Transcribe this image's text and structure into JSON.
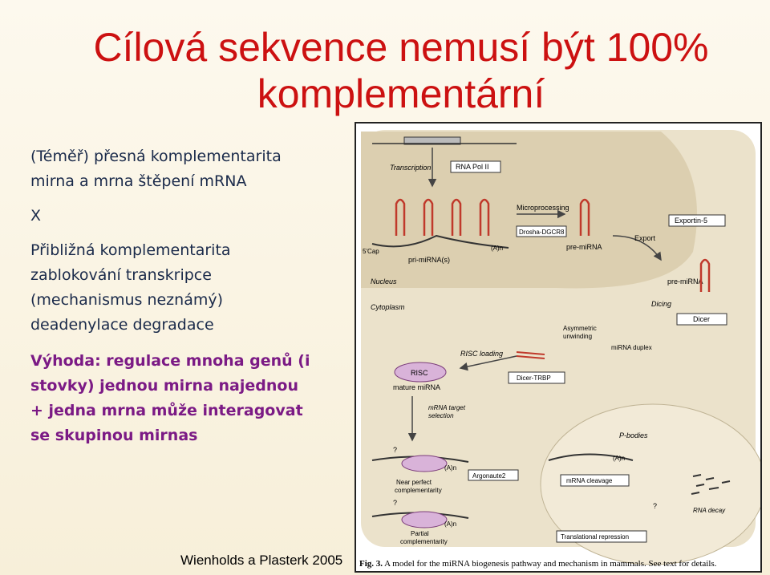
{
  "slide": {
    "title_line1": "Cílová sekvence nemusí být 100%",
    "title_line2": "komplementární",
    "p1_l1": "(Téměř) přesná komplementarita",
    "p1_l2": "mirna a mrna  štěpení mRNA",
    "separator": "X",
    "p2_l1": "Přibližná komplementarita ",
    "p2_l2": "zablokování transkripce",
    "p2_l3": "(mechanismus neznámý) ",
    "p2_l4": "deadenylace  degradace",
    "p3_l1": "Výhoda: regulace mnoha genů (i",
    "p3_l2": "stovky) jednou mirna najednou",
    "p3_l3": "+ jedna mrna může interagovat",
    "p3_l4": "se skupinou mirnas",
    "credit": "Wienholds a Plasterk 2005",
    "arrow_color": "#1a2a4a"
  },
  "figure": {
    "transcription": "Transcription",
    "rna_pol": "RNA Pol II",
    "microprocessing": "Microprocessing",
    "exportin": "Exportin-5",
    "drosha": "Drosha-DGCR8",
    "export": "Export",
    "pre_mirna": "pre-miRNA",
    "cap": "5'Cap",
    "pri_mirna": "pri-miRNA(s)",
    "polya_top": "(A)n",
    "nucleus": "Nucleus",
    "pre_mirna2": "pre-miRNA",
    "cytoplasm": "Cytoplasm",
    "dicing": "Dicing",
    "dicer": "Dicer",
    "asym1": "Asymmetric",
    "asym2": "unwinding",
    "risc_loading": "RISC loading",
    "duplex": "miRNA duplex",
    "risc": "RISC",
    "mature": "mature miRNA",
    "dicer_trbp": "Dicer-TRBP",
    "target1": "mRNA target",
    "target2": "selection",
    "pbodies": "P-bodies",
    "q1": "?",
    "polya1": "(A)n",
    "polya2": "(A)n",
    "near1": "Near perfect",
    "near2": "complementarity",
    "argonaute": "Argonaute2",
    "cleavage": "mRNA cleavage",
    "q2": "?",
    "q3": "?",
    "polya3": "(A)n",
    "rna_decay": "RNA decay",
    "partial1": "Partial",
    "partial2": "complementarity",
    "translational": "Translational repression",
    "caption_bold": "Fig. 3.",
    "caption_text": " A model for the miRNA biogenesis pathway and mechanism in mammals. See text for details."
  }
}
